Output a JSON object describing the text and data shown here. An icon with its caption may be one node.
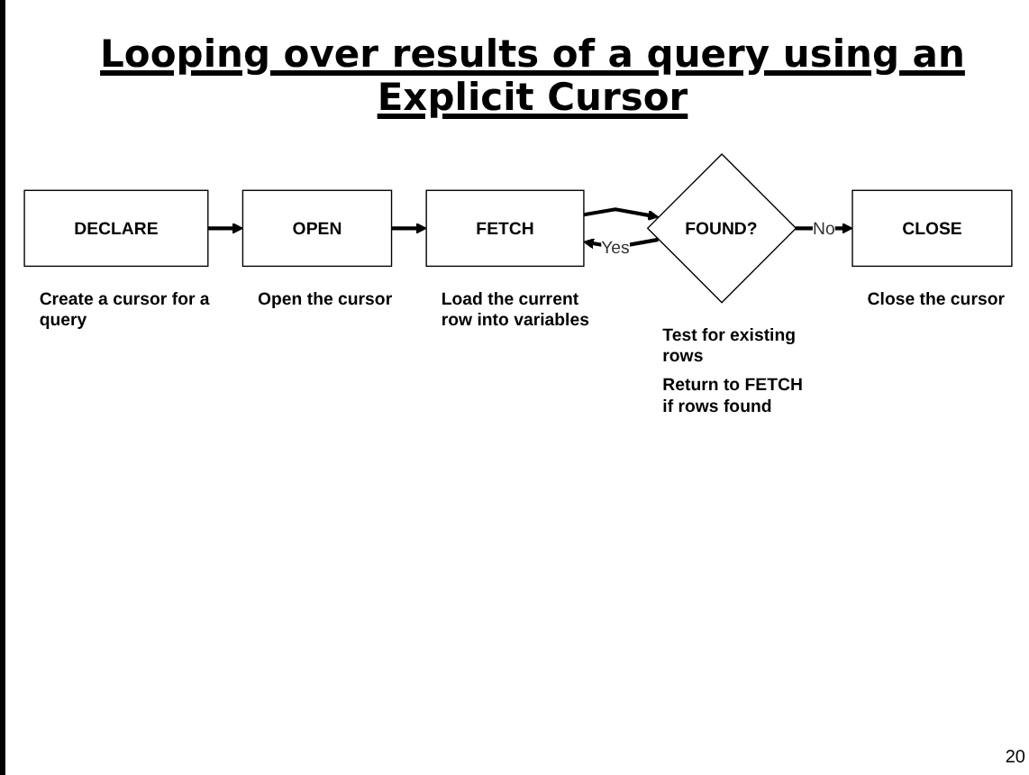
{
  "diagram": {
    "title": "Looping over results of a query using an Explicit Cursor",
    "nodes": [
      {
        "text": [
          "DECLARE"
        ],
        "beside": [
          "Create a cursor for a query"
        ]
      },
      {
        "text": [
          "OPEN"
        ],
        "beside": [
          "Open the cursor"
        ]
      },
      {
        "text": [
          "FETCH"
        ],
        "beside": [
          "Load the current row into variables"
        ]
      },
      {
        "text": [
          "FOUND?"
        ],
        "beside": [
          "Test for existing rows",
          "Return to FETCH if rows found"
        ]
      },
      {
        "text": [
          "CLOSE"
        ],
        "beside": [
          "Close the cursor"
        ]
      }
    ],
    "edges": [
      {
        "from": 0,
        "to": 1,
        "arrow": "to"
      },
      {
        "from": 1,
        "to": 2,
        "arrow": "to"
      },
      {
        "from": 2,
        "to": 3,
        "arrow": "to"
      },
      {
        "from": 3,
        "to": 2,
        "arrow": "to",
        "label": "Yes"
      },
      {
        "from": 3,
        "to": 4,
        "arrow": "to",
        "label": "No"
      }
    ],
    "labels": [
      "20"
    ]
  }
}
